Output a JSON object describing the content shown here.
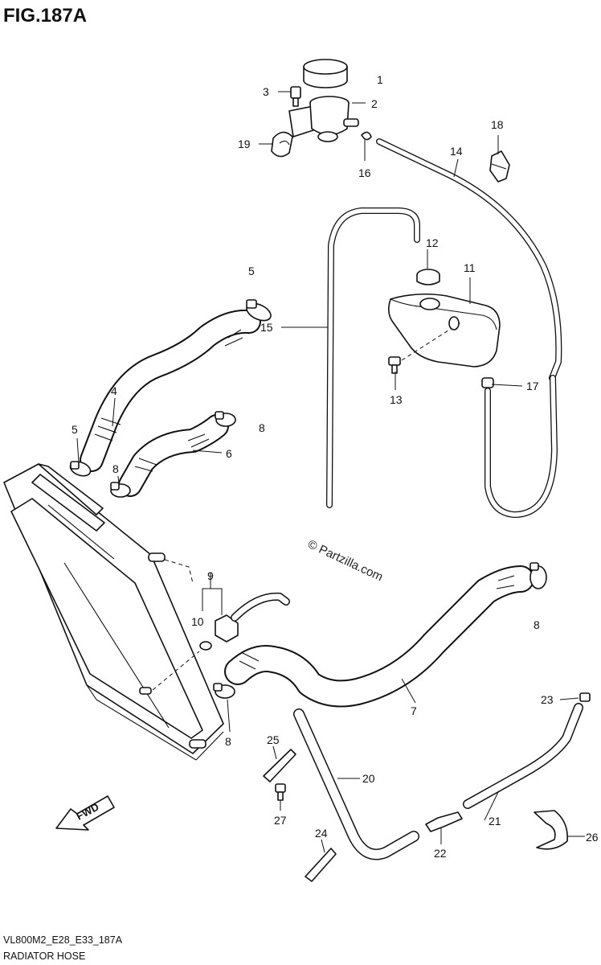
{
  "figure": {
    "title": "FIG.187A",
    "footer_code": "VL800M2_E28_E33_187A",
    "footer_name": "RADIATOR HOSE",
    "watermark": "© Partzilla.com",
    "fwd_label": "FWD"
  },
  "callouts": [
    "1",
    "2",
    "3",
    "4",
    "5",
    "5",
    "6",
    "7",
    "8",
    "8",
    "8",
    "8",
    "9",
    "10",
    "11",
    "12",
    "13",
    "14",
    "15",
    "16",
    "17",
    "18",
    "19",
    "20",
    "21",
    "22",
    "23",
    "24",
    "25",
    "26",
    "27"
  ]
}
